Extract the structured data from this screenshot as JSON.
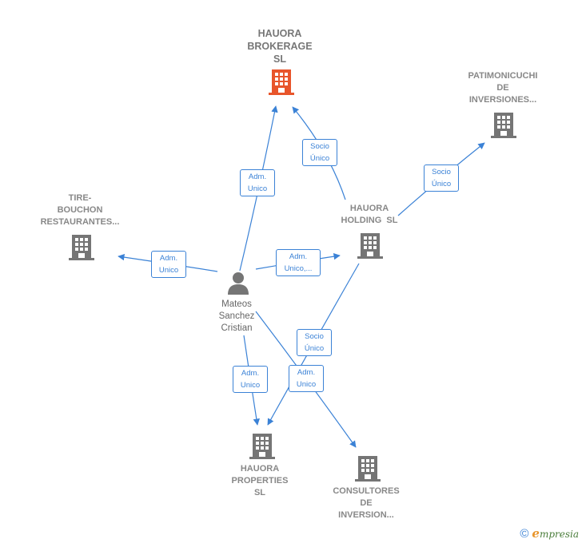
{
  "colors": {
    "edge": "#3b82d6",
    "main_building": "#e8552b",
    "building": "#757575",
    "person": "#757575"
  },
  "nodes": {
    "hauora_brokerage": {
      "lines": [
        "HAUORA",
        "BROKERAGE",
        "SL"
      ],
      "icon": "building-icon"
    },
    "patimonicuchi": {
      "lines": [
        "PATIMONICUCHI",
        "DE",
        "INVERSIONES..."
      ],
      "icon": "building-icon"
    },
    "tire_bouchon": {
      "lines": [
        "TIRE-",
        "BOUCHON",
        "RESTAURANTES..."
      ],
      "icon": "building-icon"
    },
    "hauora_holding": {
      "lines": [
        "HAUORA",
        "HOLDING  SL"
      ],
      "icon": "building-icon"
    },
    "mateos": {
      "lines": [
        "Mateos",
        "Sanchez",
        "Cristian"
      ],
      "icon": "person-icon"
    },
    "hauora_properties": {
      "lines": [
        "HAUORA",
        "PROPERTIES",
        "SL"
      ],
      "icon": "building-icon"
    },
    "consultores": {
      "lines": [
        "CONSULTORES",
        "DE",
        "INVERSION..."
      ],
      "icon": "building-icon"
    }
  },
  "edges": [
    {
      "from": "mateos",
      "to": "hauora_brokerage",
      "label": [
        "Adm.",
        "Unico"
      ]
    },
    {
      "from": "hauora_holding",
      "to": "hauora_brokerage",
      "label": [
        "Socio",
        "Único"
      ]
    },
    {
      "from": "hauora_holding",
      "to": "patimonicuchi",
      "label": [
        "Socio",
        "Único"
      ]
    },
    {
      "from": "mateos",
      "to": "tire_bouchon",
      "label": [
        "Adm.",
        "Unico"
      ]
    },
    {
      "from": "mateos",
      "to": "hauora_holding",
      "label": [
        "Adm.",
        "Unico,..."
      ]
    },
    {
      "from": "hauora_holding",
      "to": "hauora_properties",
      "label": [
        "Socio",
        "Único"
      ]
    },
    {
      "from": "mateos",
      "to": "hauora_properties",
      "label": [
        "Adm.",
        "Unico"
      ]
    },
    {
      "from": "mateos",
      "to": "consultores",
      "label": [
        "Adm.",
        "Unico"
      ]
    }
  ],
  "footer": {
    "copyright": "©",
    "brand_initial": "e",
    "brand_rest": "mpresia"
  }
}
